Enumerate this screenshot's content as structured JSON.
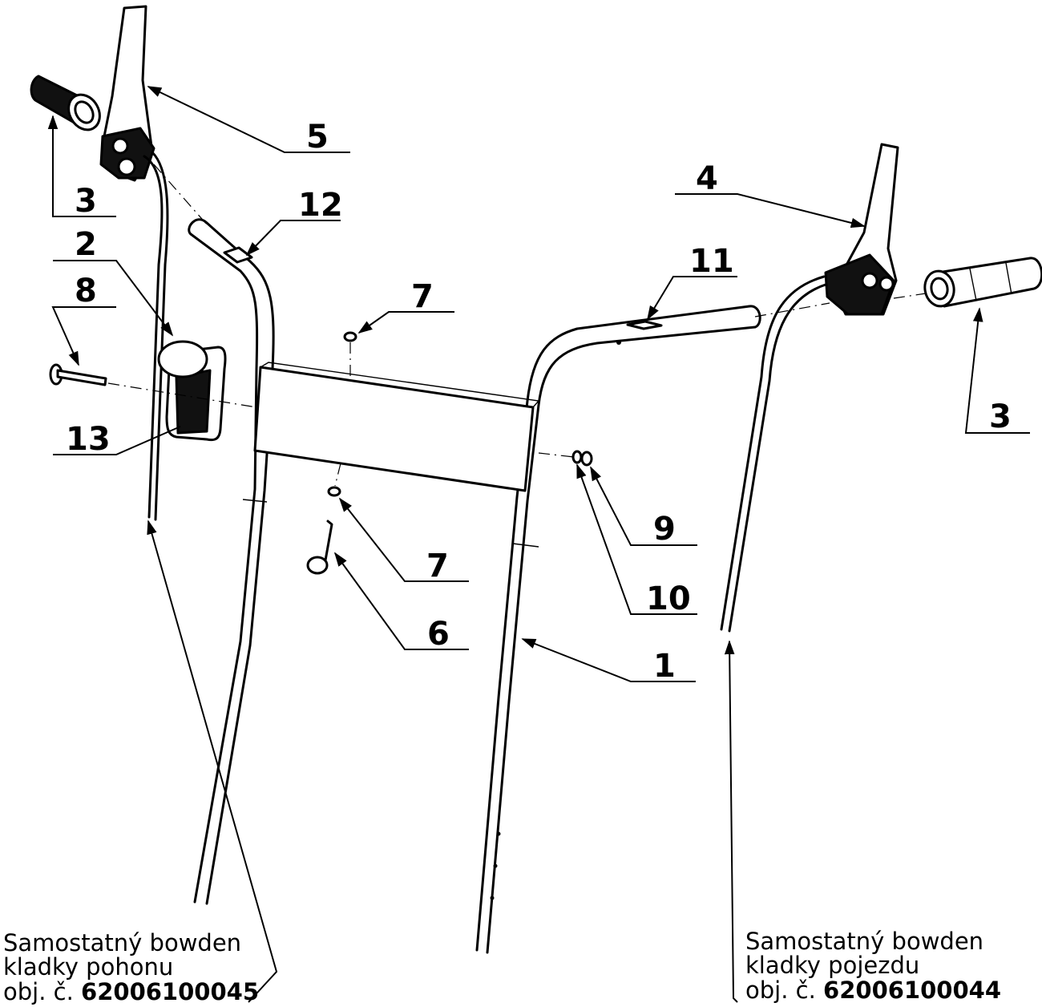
{
  "callouts": {
    "c1": "1",
    "c2": "2",
    "c3_left": "3",
    "c3_right": "3",
    "c4": "4",
    "c5": "5",
    "c6": "6",
    "c7_top": "7",
    "c7_bottom": "7",
    "c8": "8",
    "c9": "9",
    "c10": "10",
    "c11": "11",
    "c12": "12",
    "c13": "13"
  },
  "notes": {
    "left": {
      "line1": "Samostatný bowden",
      "line2": "kladky pohonu",
      "line3_prefix": "obj. č. ",
      "line3_number": "62006100045"
    },
    "right": {
      "line1": "Samostatný bowden",
      "line2": "kladky pojezdu",
      "line3_prefix": "obj. č. ",
      "line3_number": "62006100044"
    }
  }
}
